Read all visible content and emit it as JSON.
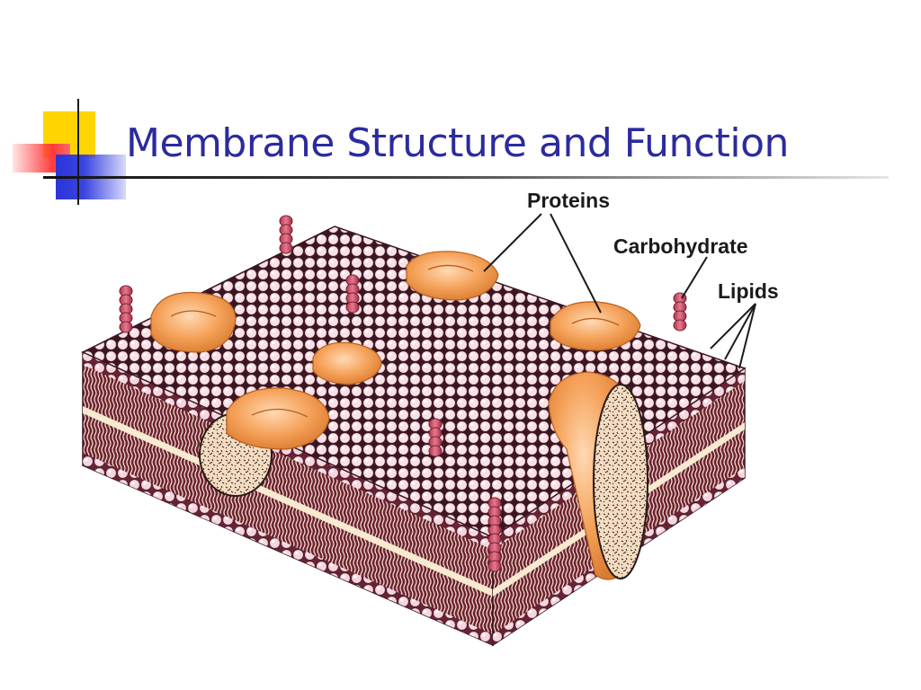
{
  "slide": {
    "title": "Membrane Structure and Function"
  },
  "diagram": {
    "labels": {
      "proteins": "Proteins",
      "carbohydrate": "Carbohydrate",
      "lipids": "Lipids"
    }
  },
  "colors": {
    "title": "#2b2b9e",
    "protein": "#f29a4e",
    "lipid_head": "#f7e0e6",
    "lipid_tail": "#6a2232",
    "carbohydrate": "#d24a63"
  }
}
